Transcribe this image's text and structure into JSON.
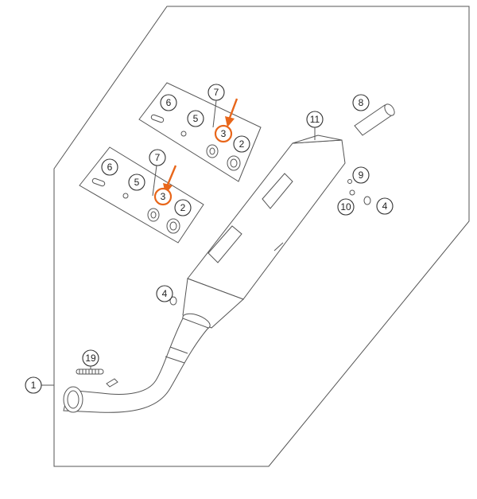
{
  "colors": {
    "highlight": "#e8661a",
    "line": "#555555",
    "background": "#ffffff"
  },
  "callouts": {
    "c1": "1",
    "c2a": "2",
    "c2b": "2",
    "c3a": "3",
    "c3b": "3",
    "c4a": "4",
    "c4b": "4",
    "c5a": "5",
    "c5b": "5",
    "c6a": "6",
    "c6b": "6",
    "c7a": "7",
    "c7b": "7",
    "c8": "8",
    "c9": "9",
    "c10": "10",
    "c11": "11",
    "c19": "19"
  },
  "highlighted_part": "3"
}
